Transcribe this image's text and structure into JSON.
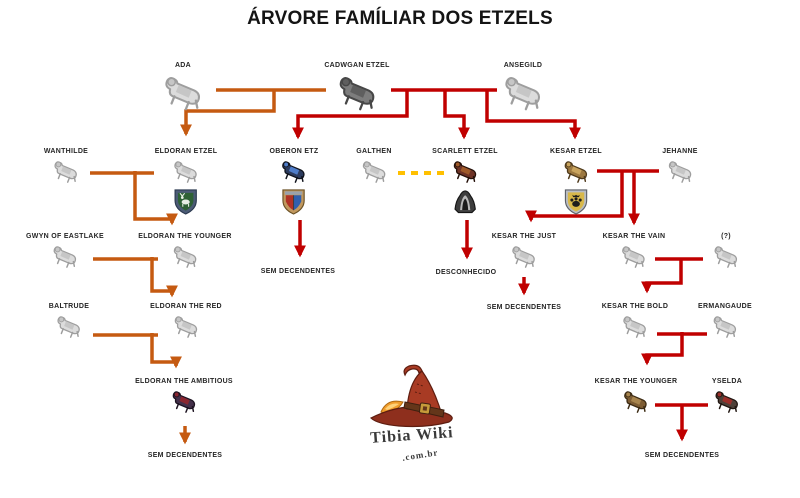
{
  "title": "ÁRVORE FAMÍLIAR DOS ETZELS",
  "colors": {
    "eldoran_branch_line": "#C55A11",
    "etzel_branch_line": "#C00000",
    "uncertain_union_line": "#FFC000",
    "label_text": "#262626",
    "background": "#FFFFFF"
  },
  "persons": {
    "ada": {
      "name": "ADA",
      "sprite": "gray-ghost"
    },
    "cadwgan": {
      "name": "CADWGAN ETZEL",
      "sprite": "dark-gray"
    },
    "ansegild": {
      "name": "ANSEGILD",
      "sprite": "gray-ghost"
    },
    "wanthilde": {
      "name": "WANTHILDE",
      "sprite": "gray-ghost"
    },
    "eldoran": {
      "name": "ELDORAN ETZEL",
      "sprite": "gray-ghost",
      "crest": "green-stag-shield"
    },
    "oberon": {
      "name": "OBERON ETZ",
      "sprite": "colored",
      "crest": "red-blue-quartered-shield"
    },
    "galthen": {
      "name": "GALTHEN",
      "sprite": "gray-ghost"
    },
    "scarlett": {
      "name": "SCARLETT ETZEL",
      "sprite": "colored",
      "crest": "dark-helm"
    },
    "kesar": {
      "name": "KESAR ETZEL",
      "sprite": "colored",
      "crest": "gold-paw-shield"
    },
    "jehanne": {
      "name": "JEHANNE",
      "sprite": "gray-ghost"
    },
    "gwyn": {
      "name": "GWYN OF EASTLAKE",
      "sprite": "gray-ghost"
    },
    "eldoran_younger": {
      "name": "ELDORAN THE YOUNGER",
      "sprite": "gray-ghost"
    },
    "kesar_just": {
      "name": "KESAR THE JUST",
      "sprite": "gray-ghost"
    },
    "kesar_vain": {
      "name": "KESAR THE VAIN",
      "sprite": "gray-ghost"
    },
    "unknown_spouse": {
      "name": "(?)",
      "sprite": "gray-ghost"
    },
    "baltrude": {
      "name": "BALTRUDE",
      "sprite": "gray-ghost"
    },
    "eldoran_red": {
      "name": "ELDORAN THE RED",
      "sprite": "gray-ghost"
    },
    "kesar_bold": {
      "name": "KESAR THE BOLD",
      "sprite": "gray-ghost"
    },
    "ermangaude": {
      "name": "ERMANGAUDE",
      "sprite": "gray-ghost"
    },
    "eldoran_ambitious": {
      "name": "ELDORAN THE AMBITIOUS",
      "sprite": "colored"
    },
    "kesar_younger": {
      "name": "KESAR THE YOUNGER",
      "sprite": "colored"
    },
    "yselda": {
      "name": "YSELDA",
      "sprite": "colored"
    }
  },
  "terminals": {
    "oberon_end": "SEM DECENDENTES",
    "scarlett_end": "DESCONHECIDO",
    "kesar_just_end": "SEM DECENDENTES",
    "eldoran_ambitious_end": "SEM DECENDENTES",
    "kesar_younger_end": "SEM DECENDENTES"
  },
  "relations": [
    {
      "couple": [
        "ADA",
        "CADWGAN ETZEL"
      ],
      "children": [
        "ELDORAN ETZEL"
      ],
      "line": "orange"
    },
    {
      "couple": [
        "CADWGAN ETZEL",
        "ANSEGILD"
      ],
      "children": [
        "OBERON ETZ",
        "SCARLETT ETZEL",
        "KESAR ETZEL"
      ],
      "line": "red"
    },
    {
      "couple": [
        "GALTHEN",
        "SCARLETT ETZEL"
      ],
      "children": [],
      "line": "yellow-dashed"
    },
    {
      "couple": [
        "WANTHILDE",
        "ELDORAN ETZEL"
      ],
      "children": [
        "ELDORAN THE YOUNGER"
      ],
      "line": "orange"
    },
    {
      "couple": [
        "GWYN OF EASTLAKE",
        "ELDORAN THE YOUNGER"
      ],
      "children": [
        "ELDORAN THE RED"
      ],
      "line": "orange"
    },
    {
      "couple": [
        "BALTRUDE",
        "ELDORAN THE RED"
      ],
      "children": [
        "ELDORAN THE AMBITIOUS"
      ],
      "line": "orange"
    },
    {
      "couple": [
        "KESAR ETZEL",
        "JEHANNE"
      ],
      "children": [
        "KESAR THE JUST",
        "KESAR THE VAIN"
      ],
      "line": "red"
    },
    {
      "couple": [
        "KESAR THE VAIN",
        "(?)"
      ],
      "children": [
        "KESAR THE BOLD"
      ],
      "line": "red"
    },
    {
      "couple": [
        "KESAR THE BOLD",
        "ERMANGAUDE"
      ],
      "children": [
        "KESAR THE YOUNGER"
      ],
      "line": "red"
    },
    {
      "couple": [
        "KESAR THE YOUNGER",
        "YSELDA"
      ],
      "children": [],
      "line": "red"
    }
  ],
  "logo": {
    "line1": "Tibia Wiki",
    "line2": ".com.br"
  }
}
